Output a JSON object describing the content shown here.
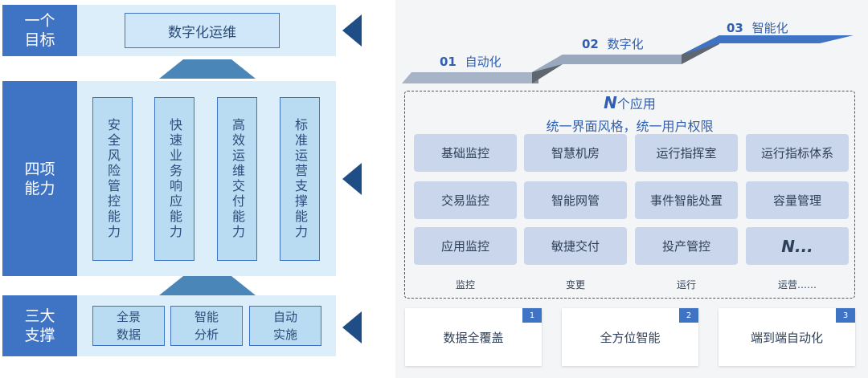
{
  "left": {
    "goal": {
      "label": "一个\n目标",
      "box": "数字化运维"
    },
    "abilities": {
      "label": "四项\n能力",
      "items": [
        "安全风险管控能力",
        "快速业务响应能力",
        "高效运维交付能力",
        "标准运营支撑能力"
      ]
    },
    "supports": {
      "label": "三大\n支撑",
      "items": [
        "全景\n数据",
        "智能\n分析",
        "自动\n实施"
      ]
    }
  },
  "right": {
    "steps": [
      {
        "num": "01",
        "label": "自动化"
      },
      {
        "num": "02",
        "label": "数字化"
      },
      {
        "num": "03",
        "label": "智能化"
      }
    ],
    "header": {
      "n": "N",
      "line1": "个应用",
      "line2": "统一界面风格，统一用户权限"
    },
    "tiles": [
      [
        "基础监控",
        "智慧机房",
        "运行指挥室",
        "运行指标体系"
      ],
      [
        "交易监控",
        "智能网管",
        "事件智能处置",
        "容量管理"
      ],
      [
        "应用监控",
        "敏捷交付",
        "投产管控",
        "N..."
      ]
    ],
    "categories": [
      "监控",
      "变更",
      "运行",
      "运营……"
    ],
    "features": [
      {
        "num": "1",
        "label": "数据全覆盖"
      },
      {
        "num": "2",
        "label": "全方位智能"
      },
      {
        "num": "3",
        "label": "端到端自动化"
      }
    ]
  },
  "colors": {
    "primary": "#3f73c4",
    "band": "#dbeefa",
    "cell": "#b9dcf2",
    "tile": "#c9d6ec",
    "step_dark": "#1f4e86"
  }
}
